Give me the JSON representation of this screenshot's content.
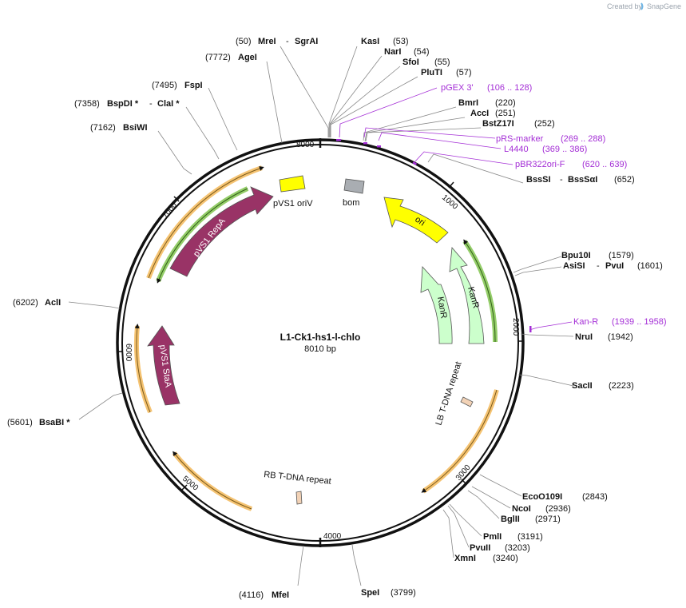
{
  "credit": {
    "prefix": "Created by",
    "brand": "SnapGene"
  },
  "plasmid": {
    "name": "L1-Ck1-hs1-l-chlo",
    "size_label": "8010 bp",
    "length": 8010
  },
  "ticks": [
    "1000",
    "2000",
    "3000",
    "4000",
    "5000",
    "6000",
    "7000",
    "8000"
  ],
  "sites": [
    {
      "name": "MreI",
      "sep": "-",
      "name2": "SgrAI",
      "pos": "(50)"
    },
    {
      "name": "KasI",
      "pos": "(53)"
    },
    {
      "name": "NarI",
      "pos": "(54)"
    },
    {
      "name": "SfoI",
      "pos": "(55)"
    },
    {
      "name": "PluTI",
      "pos": "(57)"
    },
    {
      "name": "BmrI",
      "pos": "(220)"
    },
    {
      "name": "AccI",
      "pos": "(251)"
    },
    {
      "name": "BstZ17I",
      "pos": "(252)"
    },
    {
      "name": "BssSI",
      "sep": "-",
      "name2": "BssSαI",
      "pos": "(652)"
    },
    {
      "name": "Bpu10I",
      "pos": "(1579)"
    },
    {
      "name": "AsiSI",
      "sep": "-",
      "name2": "PvuI",
      "pos": "(1601)"
    },
    {
      "name": "NruI",
      "pos": "(1942)"
    },
    {
      "name": "SacII",
      "pos": "(2223)"
    },
    {
      "name": "EcoO109I",
      "pos": "(2843)"
    },
    {
      "name": "NcoI",
      "pos": "(2936)"
    },
    {
      "name": "BglII",
      "pos": "(2971)"
    },
    {
      "name": "PmlI",
      "pos": "(3191)"
    },
    {
      "name": "PvuII",
      "pos": "(3203)"
    },
    {
      "name": "XmnI",
      "pos": "(3240)"
    },
    {
      "name": "SpeI",
      "pos": "(3799)"
    },
    {
      "name": "MfeI",
      "pos": "(4116)"
    },
    {
      "name": "BsaBI *",
      "pos": "(5601)"
    },
    {
      "name": "AclI",
      "pos": "(6202)"
    },
    {
      "name": "BsiWI",
      "pos": "(7162)"
    },
    {
      "name": "BspDI *",
      "sep": "-",
      "name2": "ClaI *",
      "pos": "(7358)"
    },
    {
      "name": "FspI",
      "pos": "(7495)"
    },
    {
      "name": "AgeI",
      "pos": "(7772)"
    }
  ],
  "primers": [
    {
      "name": "pGEX 3'",
      "range": "(106 .. 128)"
    },
    {
      "name": "pRS-marker",
      "range": "(269 .. 288)"
    },
    {
      "name": "L4440",
      "range": "(369 .. 386)"
    },
    {
      "name": "pBR322ori-F",
      "range": "(620 .. 639)"
    },
    {
      "name": "Kan-R",
      "range": "(1939 .. 1958)"
    }
  ],
  "features": [
    {
      "name": "pVS1 oriV",
      "color": "#ffff00"
    },
    {
      "name": "bom",
      "color": "#a9adb2"
    },
    {
      "name": "ori",
      "color": "#ffff00"
    },
    {
      "name": "KanR",
      "color": "#ccffcc"
    },
    {
      "name": "KanR",
      "color": "#ccffcc"
    },
    {
      "name": "LB T-DNA repeat",
      "color": "#f2d2b6"
    },
    {
      "name": "RB T-DNA repeat",
      "color": "#f2d2b6"
    },
    {
      "name": "pVS1 RepA",
      "color": "#993366"
    },
    {
      "name": "pVS1 StaA",
      "color": "#993366"
    }
  ],
  "colors": {
    "primer": "#a42ed6",
    "orf_orange": "#f3b44f",
    "orf_green": "#79c043",
    "backbone": "#111111"
  }
}
